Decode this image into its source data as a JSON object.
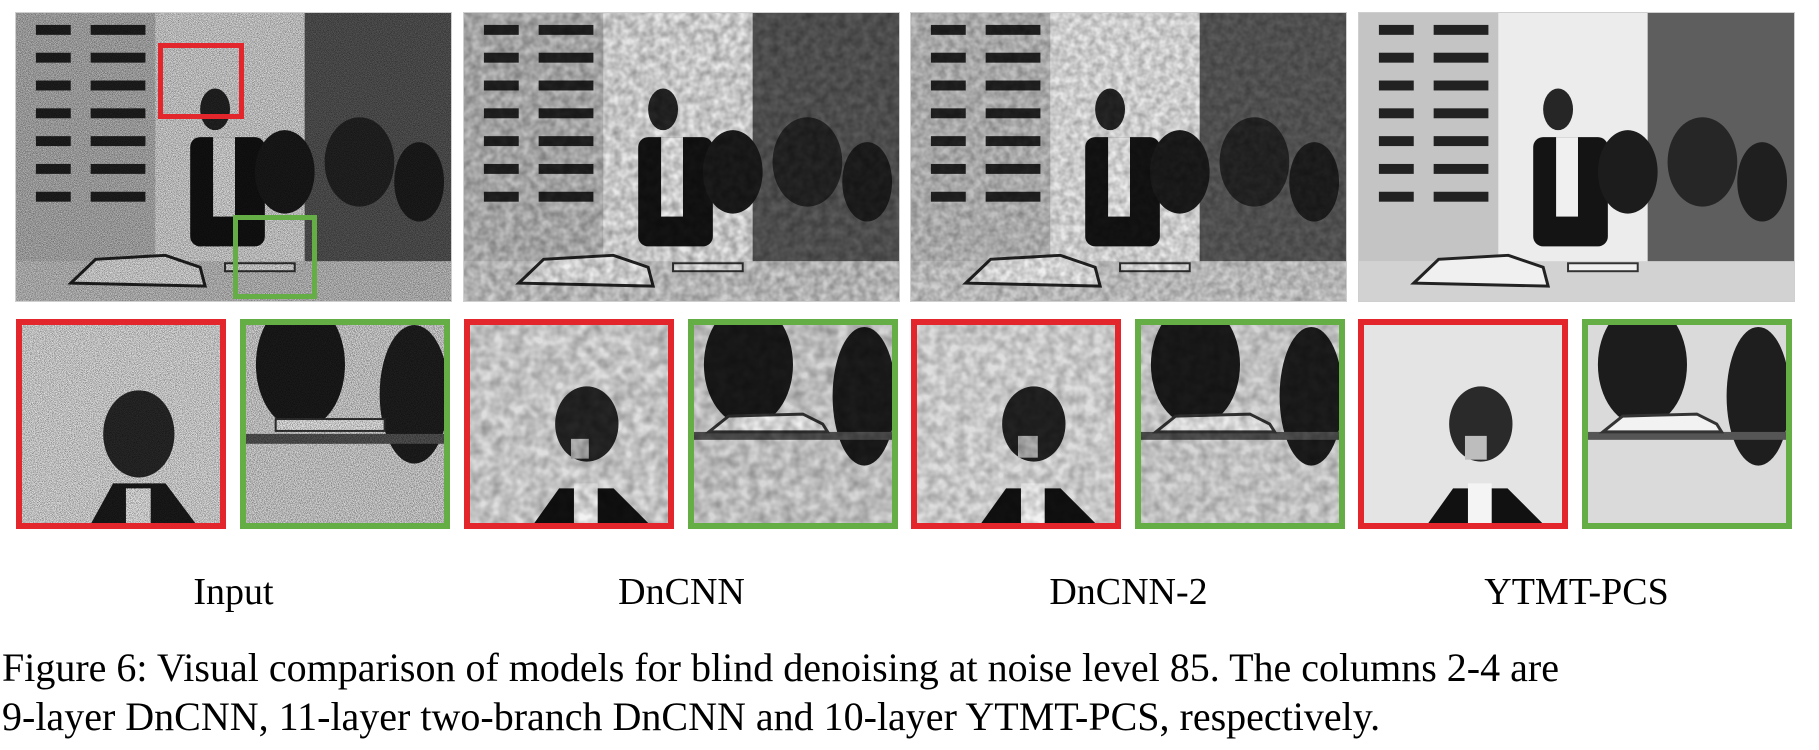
{
  "figure": {
    "columns": [
      {
        "label": "Input",
        "style": "noisy"
      },
      {
        "label": "DnCNN",
        "style": "denoised"
      },
      {
        "label": "DnCNN-2",
        "style": "denoised"
      },
      {
        "label": "YTMT-PCS",
        "style": "smooth"
      }
    ],
    "caption_line1": "Figure 6: Visual comparison of models for blind denoising at noise level 85. The columns 2-4 are",
    "caption_line2": "9-layer DnCNN, 11-layer two-branch DnCNN and 10-layer YTMT-PCS, respectively.",
    "colors": {
      "face_crop_border": "#e3262b",
      "car_crop_border": "#65ad45"
    }
  }
}
